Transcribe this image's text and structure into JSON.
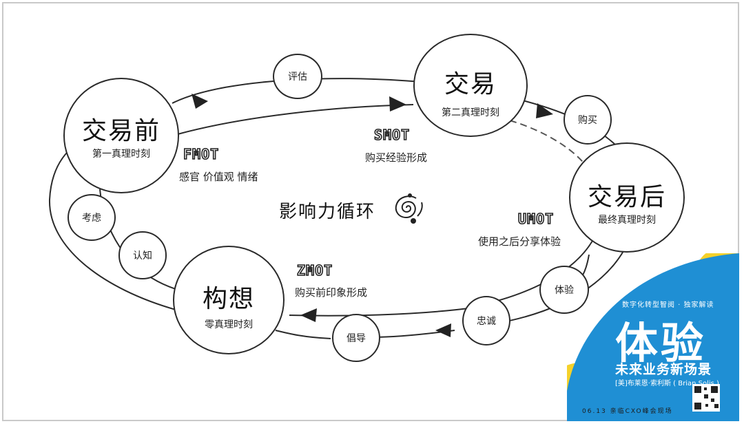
{
  "center_label": "影响力循环",
  "nodes": {
    "pre": {
      "title": "交易前",
      "subtitle": "第一真理时刻"
    },
    "trade": {
      "title": "交易",
      "subtitle": "第二真理时刻"
    },
    "post": {
      "title": "交易后",
      "subtitle": "最终真理时刻"
    },
    "concept": {
      "title": "构想",
      "subtitle": "零真理时刻"
    }
  },
  "small_nodes": {
    "evaluate": "评估",
    "purchase": "购买",
    "consider": "考虑",
    "awareness": "认知",
    "experience": "体验",
    "loyalty": "忠诚",
    "advocacy": "倡导"
  },
  "moments": {
    "fmot": {
      "code": "FMOT",
      "desc": "感官  价值观  情绪"
    },
    "smot": {
      "code": "SMOT",
      "desc": "购买经验形成"
    },
    "umot": {
      "code": "UMOT",
      "desc": "使用之后分享体验"
    },
    "zmot": {
      "code": "ZMOT",
      "desc": "购买前印象形成"
    }
  },
  "promo": {
    "tagline": "数字化转型智阅 · 独家解读",
    "big_title": "体验",
    "subtitle": "未来业务新场景",
    "author": "[美]布莱恩·索利斯 ( Brian Solis )",
    "event": "06.13  亲临CXO峰会现场",
    "colors": {
      "blue": "#1f8fd4",
      "yellow": "#f5d12a"
    }
  }
}
